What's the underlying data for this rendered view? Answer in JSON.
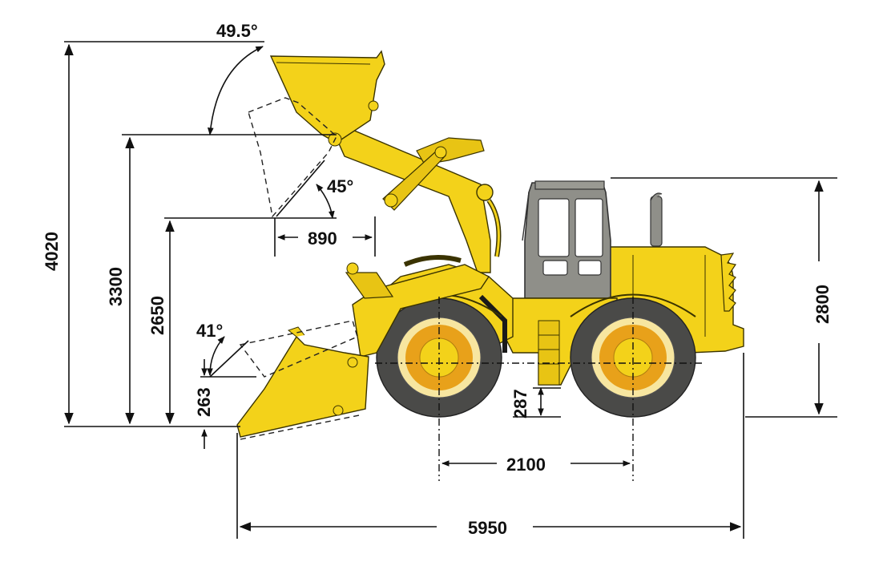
{
  "dimensions": {
    "max_height": "4020",
    "dump_height": "3300",
    "hinge_pin_height": "2650",
    "digging_depth": "263",
    "reach": "890",
    "ground_clearance": "287",
    "wheelbase": "2100",
    "overall_length": "5950",
    "cab_height": "2800"
  },
  "angles": {
    "bucket_rollback_top": "49.5°",
    "dump_angle": "45°",
    "rollback_ground": "41°"
  },
  "colors": {
    "body_yellow": "#F3D21A",
    "tire_dark": "#4a4a48",
    "hub_orange": "#E8A11A",
    "cab_gray": "#8f8f89",
    "window_white": "#ffffff"
  }
}
